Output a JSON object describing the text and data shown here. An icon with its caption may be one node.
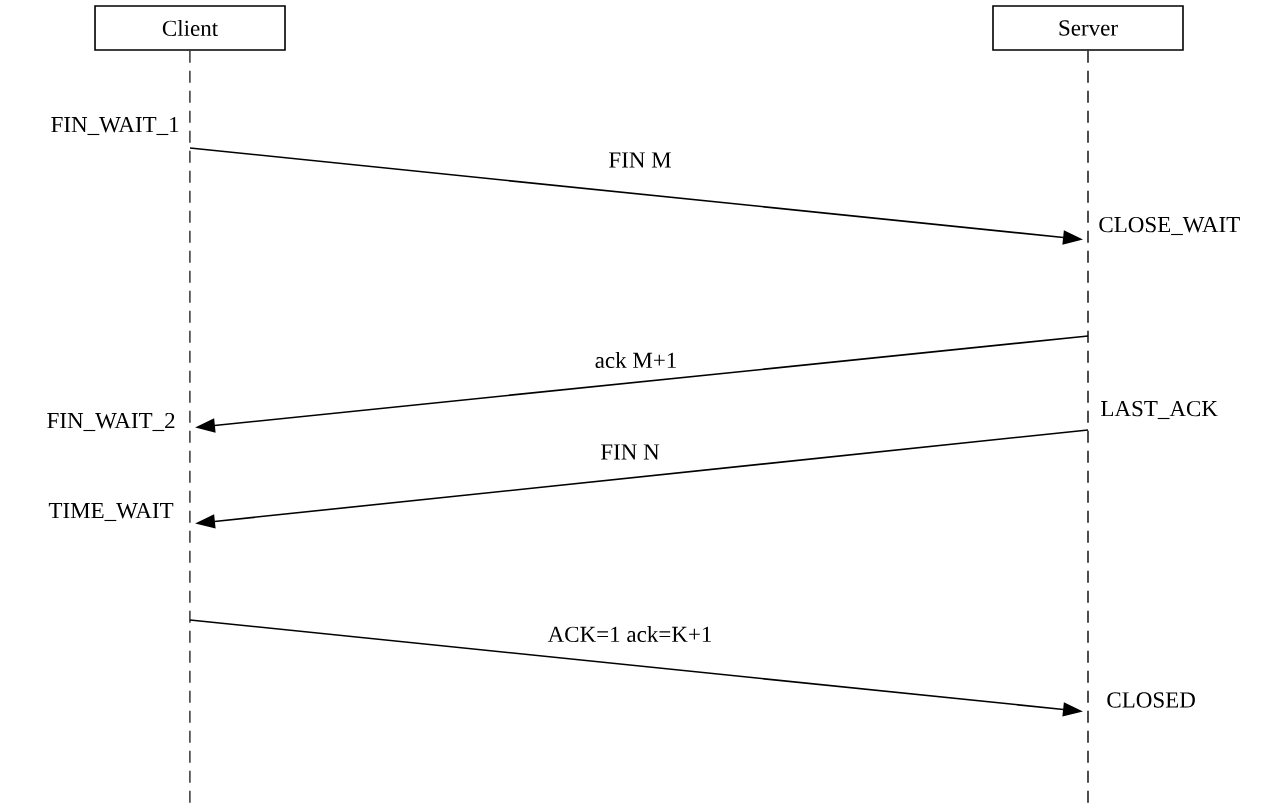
{
  "diagram": {
    "nodes": [
      {
        "text": [
          "Client"
        ]
      },
      {
        "text": [
          "Server"
        ]
      }
    ],
    "edges": [
      {
        "from": 0,
        "to": 1,
        "arrow": "to",
        "label": "FIN M"
      },
      {
        "from": 1,
        "to": 0,
        "arrow": "to",
        "label": "ack M+1"
      },
      {
        "from": 1,
        "to": 0,
        "arrow": "to",
        "label": "FIN N"
      },
      {
        "from": 0,
        "to": 1,
        "arrow": "to",
        "label": "ACK=1 ack=K+1"
      }
    ],
    "labels": [
      "FIN_WAIT_1",
      "CLOSE_WAIT",
      "LAST_ACK",
      "FIN_WAIT_2",
      "TIME_WAIT",
      "CLOSED"
    ]
  }
}
